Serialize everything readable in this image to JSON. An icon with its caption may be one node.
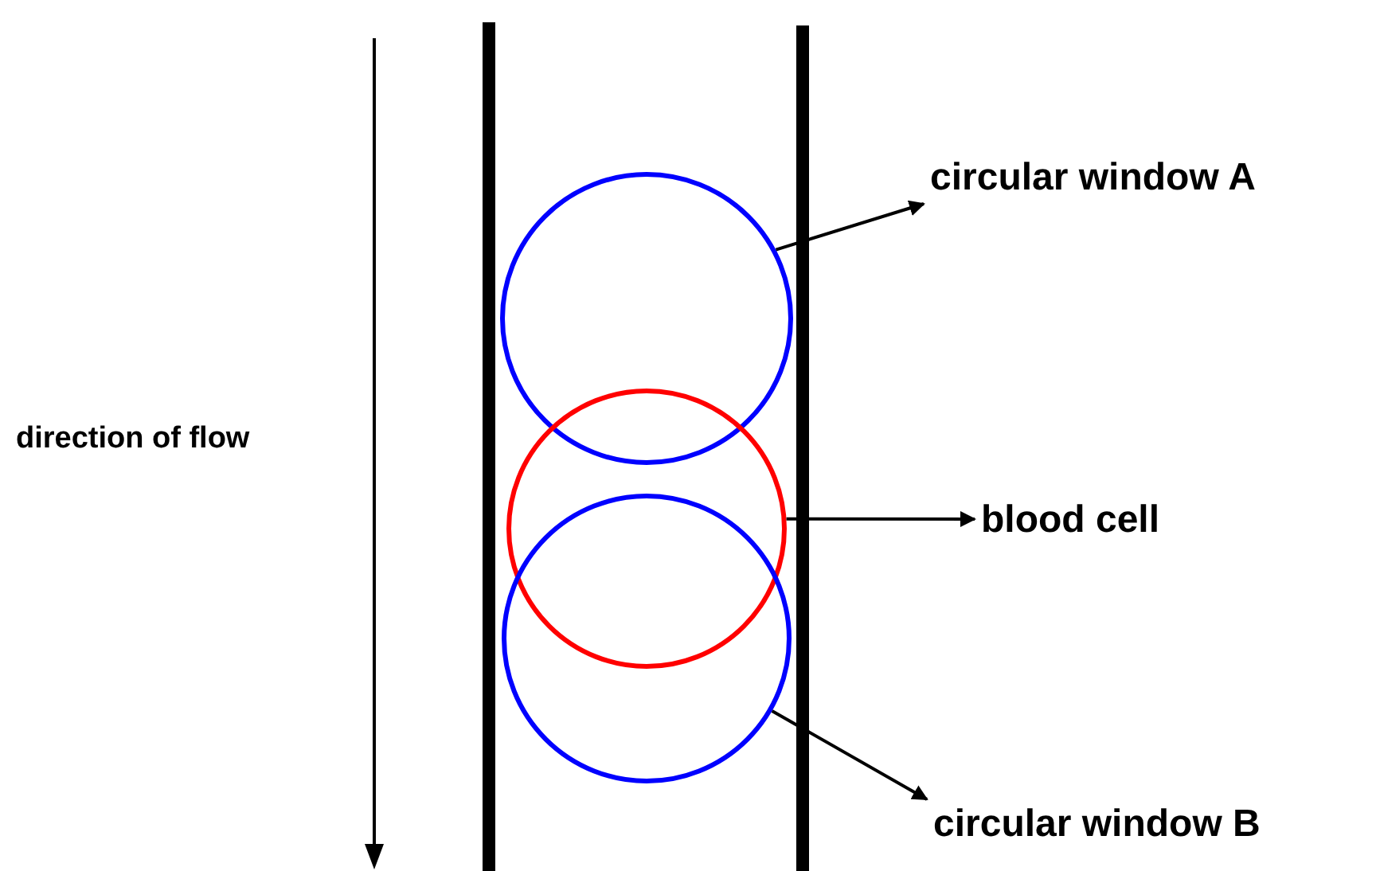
{
  "diagram": {
    "nodes": [
      {
        "text": [],
        "shape": "circle"
      },
      {
        "text": [],
        "shape": "circle"
      },
      {
        "text": [],
        "shape": "circle"
      },
      {
        "text": [
          "circular window A"
        ]
      },
      {
        "text": [
          "blood cell"
        ]
      },
      {
        "text": [
          "circular window B"
        ]
      }
    ],
    "edges": [
      {
        "from": 0,
        "to": 3,
        "arrow": "to"
      },
      {
        "from": 1,
        "to": 4,
        "arrow": "to"
      },
      {
        "from": 2,
        "to": 5,
        "arrow": "to"
      }
    ],
    "labels": [
      "direction of flow"
    ]
  }
}
